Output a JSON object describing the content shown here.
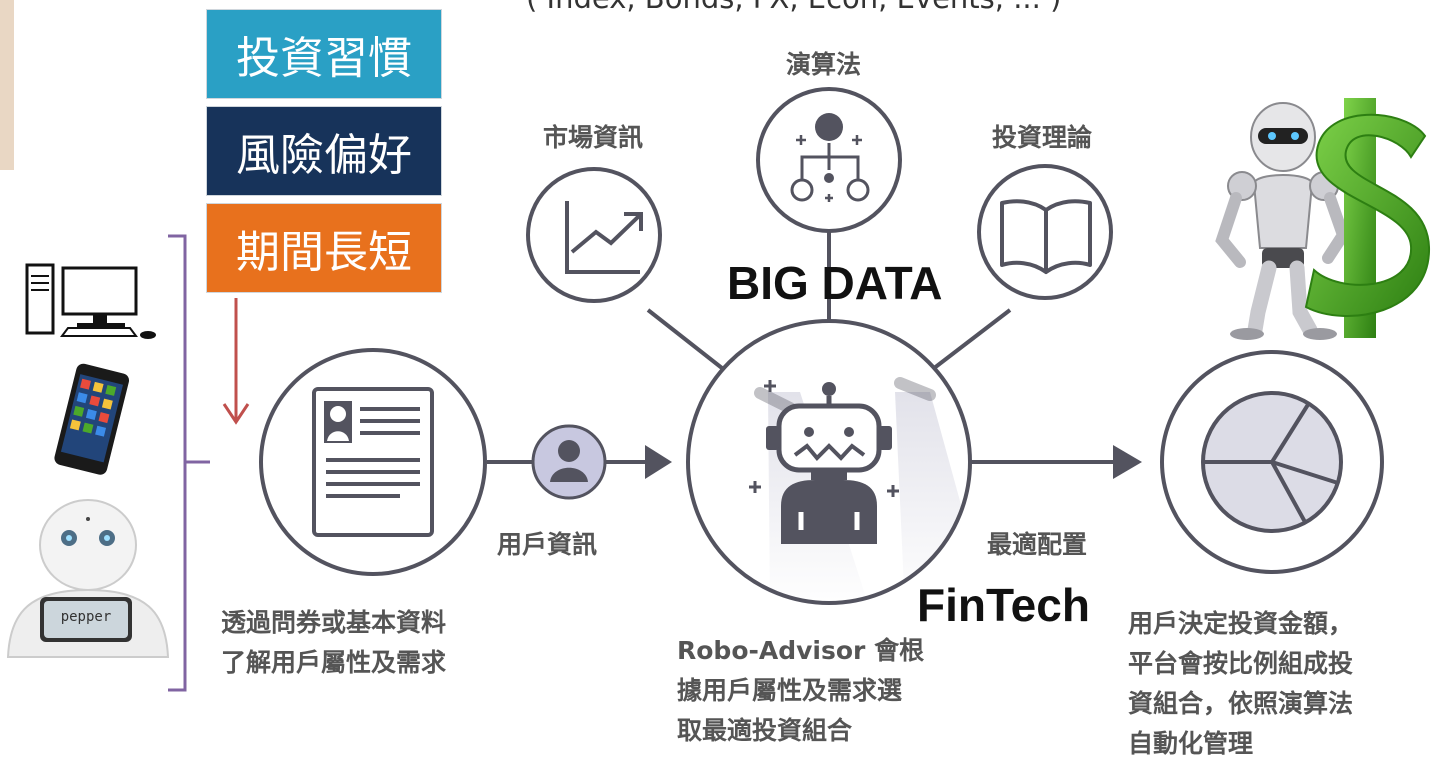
{
  "header": {
    "top_text": "( Index, Bonds, FX, Econ, Events, ... )"
  },
  "profile_boxes": [
    {
      "label": "投資習慣",
      "color": "#2aa0c5"
    },
    {
      "label": "風險偏好",
      "color": "#17335a"
    },
    {
      "label": "期間長短",
      "color": "#e8711d"
    }
  ],
  "hub_labels": {
    "algorithm": "演算法",
    "market_info": "市場資訊",
    "investment_theory": "投資理論",
    "user_info": "用戶資訊",
    "optimal_allocation": "最適配置"
  },
  "overlay": {
    "big_data": "BIG DATA",
    "fintech": "FinTech"
  },
  "descriptions": {
    "left": [
      "透過問券或基本資料",
      "了解用戶屬性及需求"
    ],
    "center": [
      "Robo-Advisor 會根",
      "據用戶屬性及需求選",
      "取最適投資組合"
    ],
    "right": [
      "用戶決定投資金額，",
      "平台會按比例組成投",
      "資組合，依照演算法",
      "自動化管理"
    ]
  },
  "devices": {
    "tablet_text": "pepper"
  },
  "colors": {
    "line": "#53535f",
    "arrow_red": "#c0504d",
    "bracket": "#8064a2",
    "dollar_green": "#4ca92a"
  }
}
